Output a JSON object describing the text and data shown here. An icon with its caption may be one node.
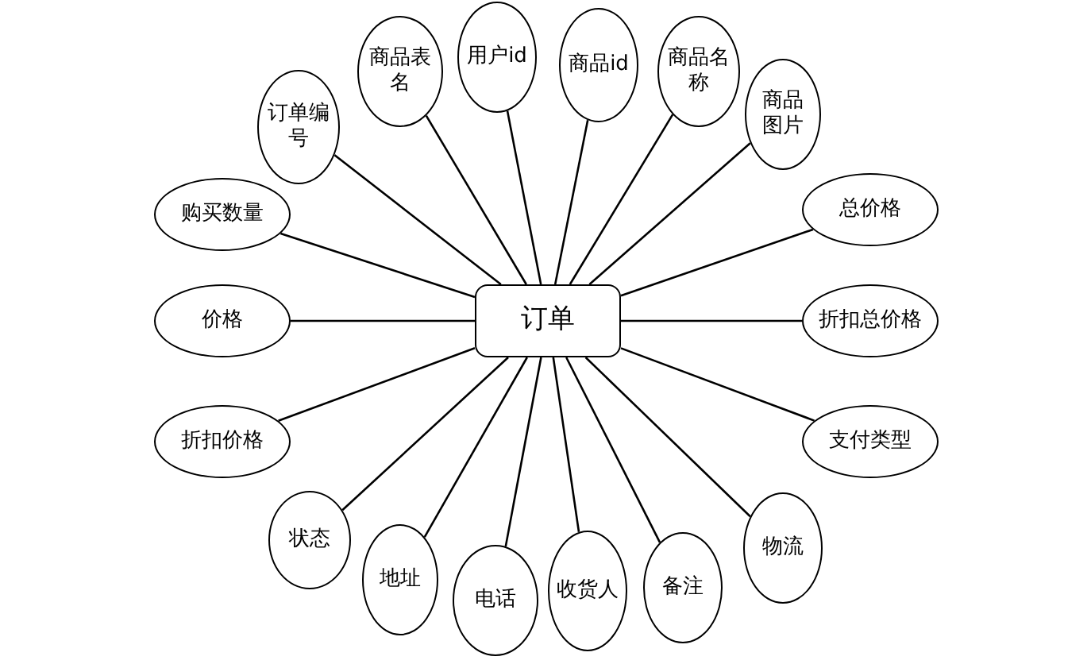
{
  "diagram": {
    "nodes": [
      {
        "text": [
          "订单"
        ]
      },
      {
        "text": [
          "订单编号"
        ]
      },
      {
        "text": [
          "商品表名"
        ]
      },
      {
        "text": [
          "用户id"
        ]
      },
      {
        "text": [
          "商品id"
        ]
      },
      {
        "text": [
          "商品名称"
        ]
      },
      {
        "text": [
          "商品图片"
        ]
      },
      {
        "text": [
          "购买数量"
        ]
      },
      {
        "text": [
          "价格"
        ]
      },
      {
        "text": [
          "折扣价格"
        ]
      },
      {
        "text": [
          "状态"
        ]
      },
      {
        "text": [
          "地址"
        ]
      },
      {
        "text": [
          "电话"
        ]
      },
      {
        "text": [
          "收货人"
        ]
      },
      {
        "text": [
          "备注"
        ]
      },
      {
        "text": [
          "物流"
        ]
      },
      {
        "text": [
          "总价格"
        ]
      },
      {
        "text": [
          "折扣总价格"
        ]
      },
      {
        "text": [
          "支付类型"
        ]
      }
    ],
    "edges": [
      {
        "from": 0,
        "to": 1,
        "arrow": "none"
      },
      {
        "from": 0,
        "to": 2,
        "arrow": "none"
      },
      {
        "from": 0,
        "to": 3,
        "arrow": "none"
      },
      {
        "from": 0,
        "to": 4,
        "arrow": "none"
      },
      {
        "from": 0,
        "to": 5,
        "arrow": "none"
      },
      {
        "from": 0,
        "to": 6,
        "arrow": "none"
      },
      {
        "from": 0,
        "to": 7,
        "arrow": "none"
      },
      {
        "from": 0,
        "to": 8,
        "arrow": "none"
      },
      {
        "from": 0,
        "to": 9,
        "arrow": "none"
      },
      {
        "from": 0,
        "to": 10,
        "arrow": "none"
      },
      {
        "from": 0,
        "to": 11,
        "arrow": "none"
      },
      {
        "from": 0,
        "to": 12,
        "arrow": "none"
      },
      {
        "from": 0,
        "to": 13,
        "arrow": "none"
      },
      {
        "from": 0,
        "to": 14,
        "arrow": "none"
      },
      {
        "from": 0,
        "to": 15,
        "arrow": "none"
      },
      {
        "from": 0,
        "to": 16,
        "arrow": "none"
      },
      {
        "from": 0,
        "to": 17,
        "arrow": "none"
      },
      {
        "from": 0,
        "to": 18,
        "arrow": "none"
      }
    ]
  }
}
